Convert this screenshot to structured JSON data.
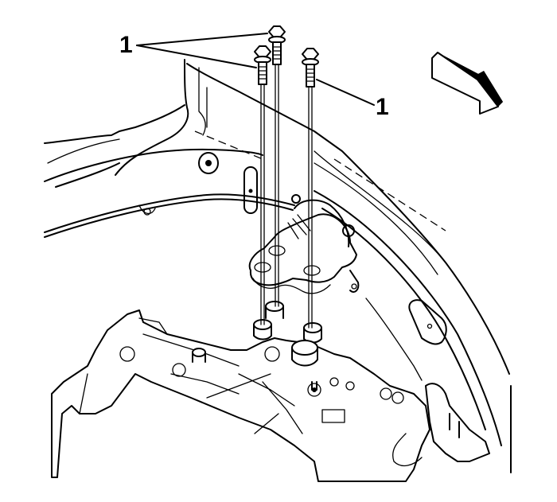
{
  "figure": {
    "type": "service-manual-illustration",
    "subject": "Transmission mount bracket bolt removal",
    "colors": {
      "line": "#000000",
      "background": "#ffffff"
    }
  },
  "callouts": [
    {
      "id": "callout-1a",
      "label": "1",
      "refers_to": "bolts (left pair)"
    },
    {
      "id": "callout-1b",
      "label": "1",
      "refers_to": "bolt (right)"
    }
  ],
  "direction_arrow": {
    "icon": "arrow-down-right-icon",
    "meaning": "vehicle front direction"
  }
}
